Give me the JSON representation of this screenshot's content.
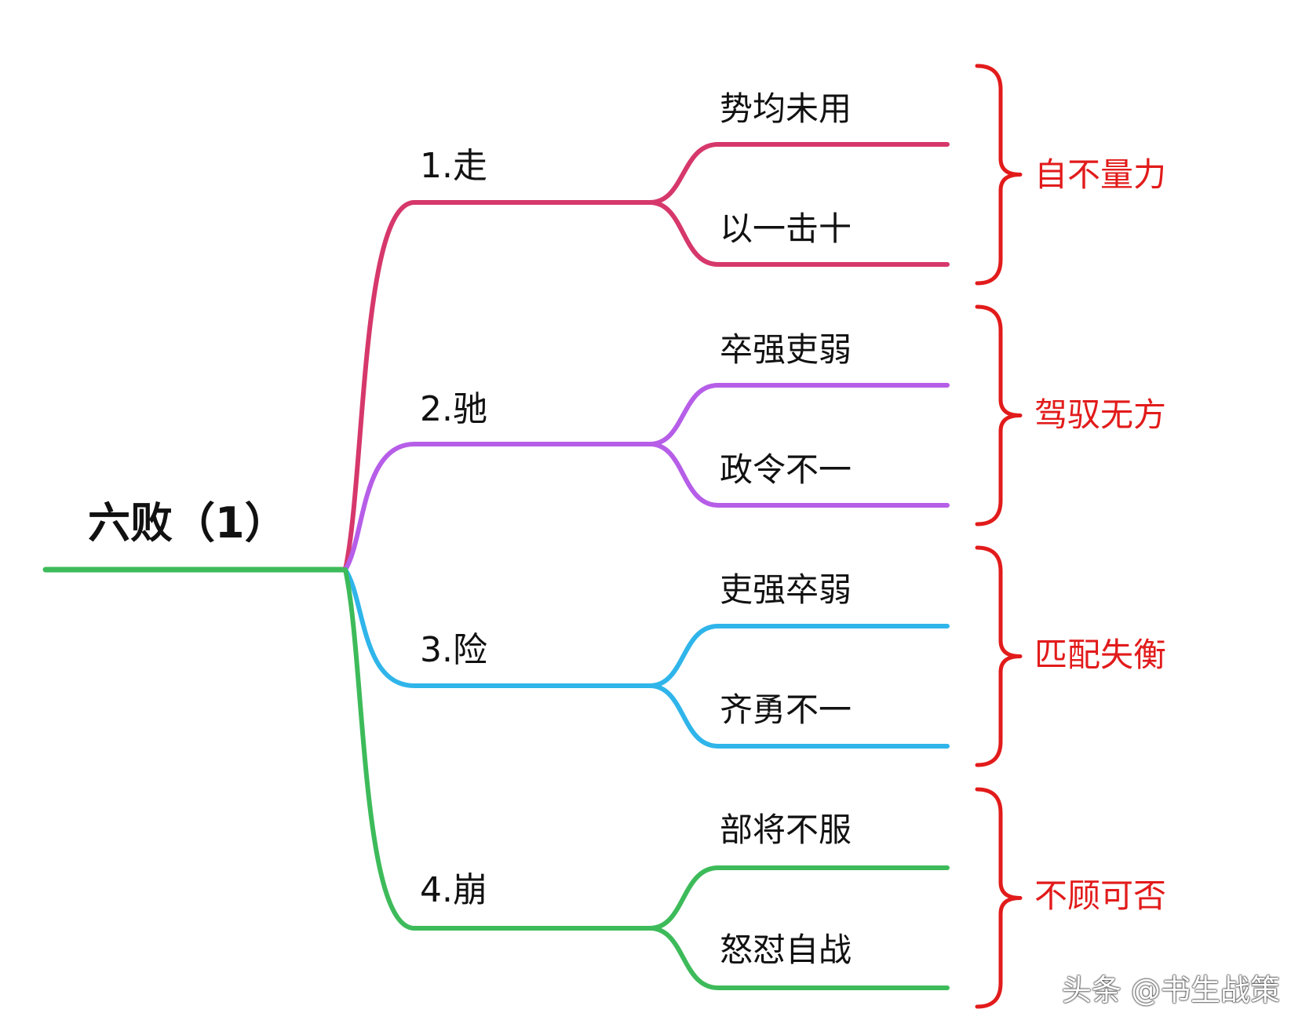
{
  "root": {
    "label": "六败（1）",
    "color": "#3dbb5a"
  },
  "branches": [
    {
      "label": "1.走",
      "color": "#d6386b",
      "leaves": [
        "势均未用",
        "以一击十"
      ],
      "summary": "自不量力"
    },
    {
      "label": "2.驰",
      "color": "#b65ee8",
      "leaves": [
        "卒强吏弱",
        "政令不一"
      ],
      "summary": "驾驭无方"
    },
    {
      "label": "3.险",
      "color": "#2fb5ea",
      "leaves": [
        "吏强卒弱",
        "齐勇不一"
      ],
      "summary": "匹配失衡"
    },
    {
      "label": "4.崩",
      "color": "#3dbb5a",
      "leaves": [
        "部将不服",
        "怒怼自战"
      ],
      "summary": "不顾可否"
    }
  ],
  "summary_color": "#e21b1b",
  "watermark": "头条 @书生战策"
}
